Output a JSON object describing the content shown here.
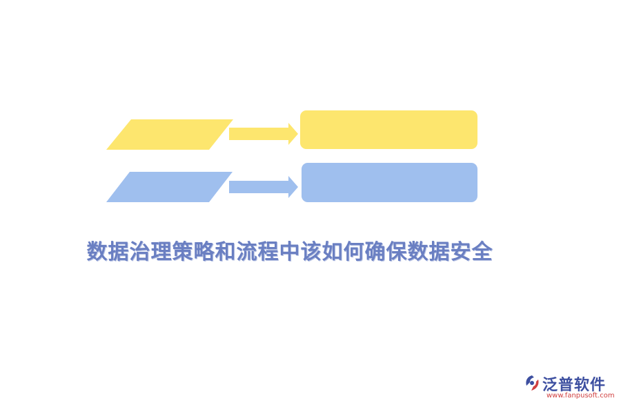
{
  "title": "数据治理策略和流程中该如何确保数据安全",
  "diagram": {
    "rows": [
      {
        "color": "#fde66e"
      },
      {
        "color": "#9fbfee"
      }
    ]
  },
  "logo": {
    "name": "泛普软件",
    "url": "www.fanpusoft.com",
    "colors": {
      "blue": "#3d4fa0",
      "red": "#d04040"
    }
  }
}
